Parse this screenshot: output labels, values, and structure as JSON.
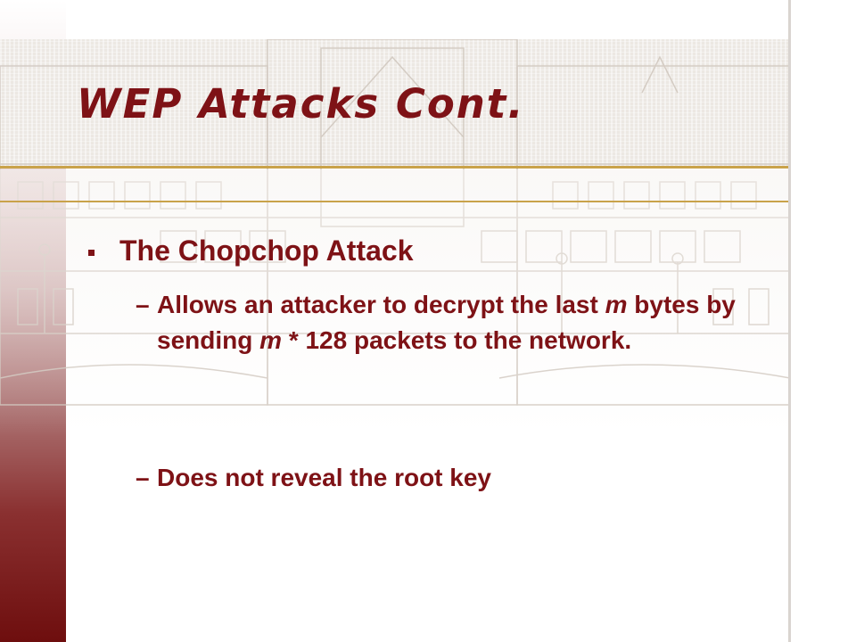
{
  "slide": {
    "title": "WEP Attacks Cont.",
    "bullets": [
      {
        "label": "The Chopchop Attack",
        "sub_items": [
          {
            "dash": "–",
            "parts": [
              "Allows an attacker to decrypt the last",
              "m",
              "bytes by sending",
              "m",
              "* 128 packets to the network."
            ]
          },
          {
            "dash": "–",
            "text": "Does not reveal the root key"
          }
        ]
      }
    ]
  },
  "colors": {
    "title": "#7e1216",
    "body_text": "#7e1216",
    "accent_gold": "#c9a24a",
    "left_bar_bottom": "#6e0e0e"
  }
}
